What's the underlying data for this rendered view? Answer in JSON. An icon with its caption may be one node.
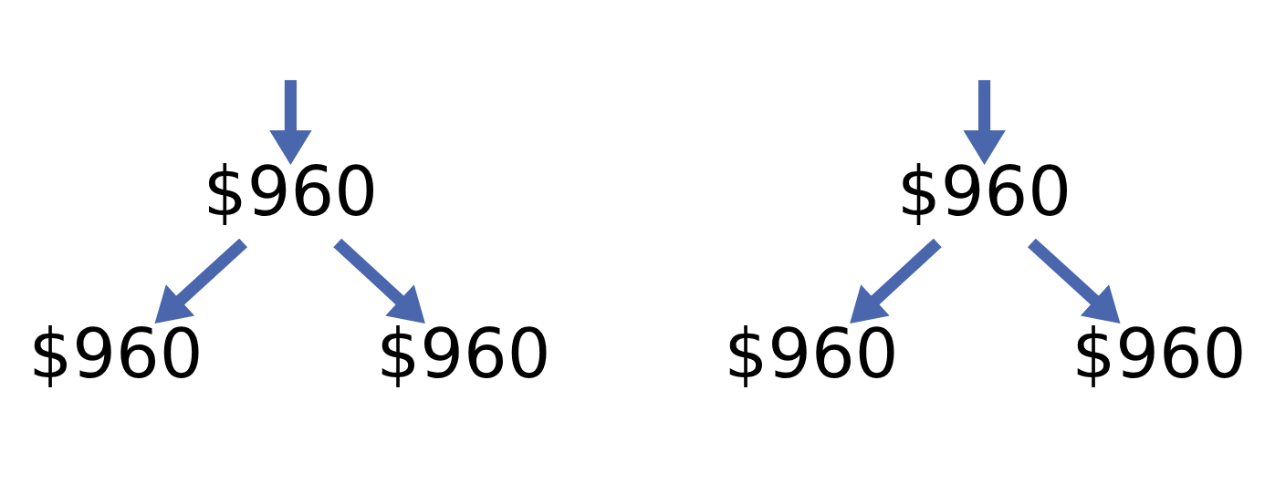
{
  "diagram": {
    "nodes": [
      {
        "text": [
          "$960"
        ]
      },
      {
        "text": [
          "$960"
        ]
      },
      {
        "text": [
          "$960"
        ]
      },
      {
        "text": [
          "$960"
        ]
      },
      {
        "text": [
          "$960"
        ]
      },
      {
        "text": [
          "$960"
        ]
      }
    ],
    "edges": [
      {
        "from": null,
        "to": 0,
        "arrow": "to"
      },
      {
        "from": null,
        "to": 1,
        "arrow": "to"
      },
      {
        "from": 0,
        "to": 2,
        "arrow": "to"
      },
      {
        "from": 0,
        "to": 3,
        "arrow": "to"
      },
      {
        "from": 1,
        "to": 4,
        "arrow": "to"
      },
      {
        "from": 1,
        "to": 5,
        "arrow": "to"
      }
    ]
  }
}
